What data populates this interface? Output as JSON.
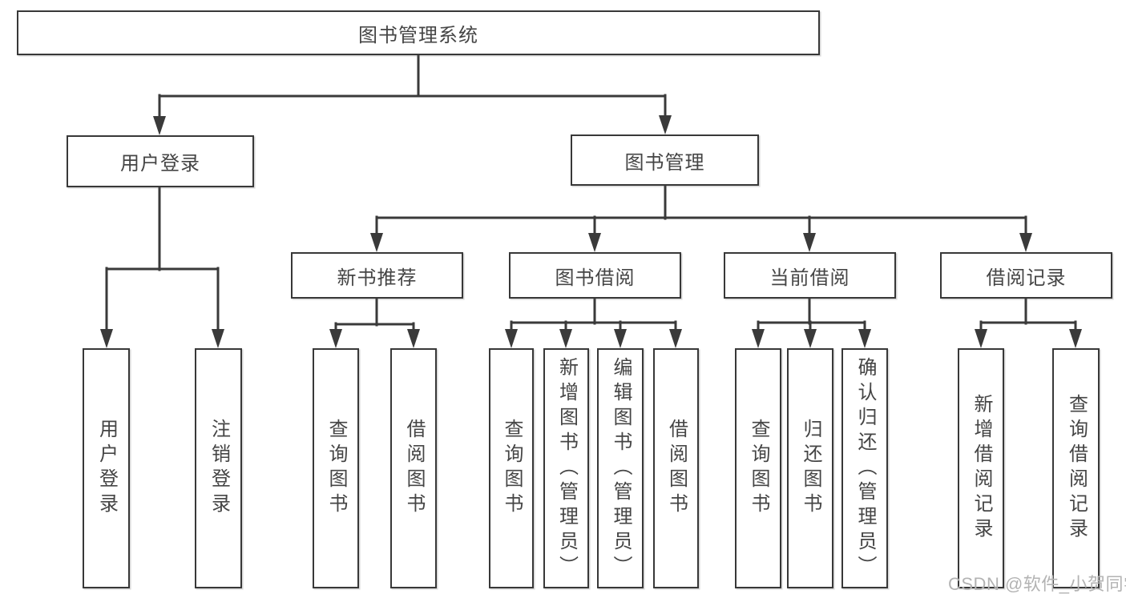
{
  "tree": {
    "root": {
      "label": "图书管理系统"
    },
    "branches": [
      {
        "label": "用户登录",
        "children": [
          {
            "label": "用户登录"
          },
          {
            "label": "注销登录"
          }
        ]
      },
      {
        "label": "图书管理",
        "children": [
          {
            "label": "新书推荐",
            "children": [
              {
                "label": "查询图书"
              },
              {
                "label": "借阅图书"
              }
            ]
          },
          {
            "label": "图书借阅",
            "children": [
              {
                "label": "查询图书"
              },
              {
                "label": "新增图书（管理员）"
              },
              {
                "label": "编辑图书（管理员）"
              },
              {
                "label": "借阅图书"
              }
            ]
          },
          {
            "label": "当前借阅",
            "children": [
              {
                "label": "查询图书"
              },
              {
                "label": "归还图书"
              },
              {
                "label": "确认归还（管理员）"
              }
            ]
          },
          {
            "label": "借阅记录",
            "children": [
              {
                "label": "新增借阅记录"
              },
              {
                "label": "查询借阅记录"
              }
            ]
          }
        ]
      }
    ]
  },
  "watermark": {
    "text": "CSDN @软件_小贺同学"
  },
  "colors": {
    "line": "#3a3a3a",
    "border": "#383838",
    "text": "#454545",
    "watermark": "#b3b3b3",
    "background": "#ffffff"
  }
}
